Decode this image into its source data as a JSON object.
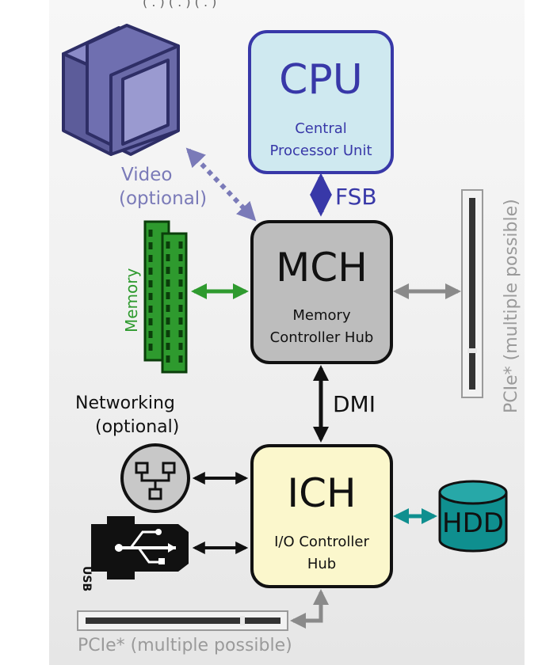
{
  "top_cut_text": "( . ) ( . ) ( . )",
  "cpu": {
    "title": "CPU",
    "line1": "Central",
    "line2": "Processor Unit"
  },
  "mch": {
    "title": "MCH",
    "line1": "Memory",
    "line2": "Controller Hub"
  },
  "ich": {
    "title": "ICH",
    "line1": "I/O Controller",
    "line2": "Hub"
  },
  "links": {
    "fsb": "FSB",
    "dmi": "DMI"
  },
  "video": {
    "line1": "Video",
    "line2": "(optional)"
  },
  "memory": {
    "label": "Memory"
  },
  "networking": {
    "line1": "Networking",
    "line2": "(optional)"
  },
  "usb": {
    "label": "USB"
  },
  "hdd": {
    "label": "HDD"
  },
  "pcie_right": {
    "label": "PCIe* (multiple possible)"
  },
  "pcie_bottom": {
    "label": "PCIe* (multiple possible)"
  },
  "colors": {
    "cpu_fill": "#cfe9f0",
    "cpu_stroke": "#3838a8",
    "mch_fill": "#bdbdbd",
    "ich_fill": "#fbf7cc",
    "video": "#7a7ab8",
    "monitor": "#5c5c9a",
    "memory": "#2e9a2e",
    "gray_arrow": "#8a8a8a",
    "hdd": "#0f8f8f",
    "fsb_arrow": "#3838a8"
  }
}
